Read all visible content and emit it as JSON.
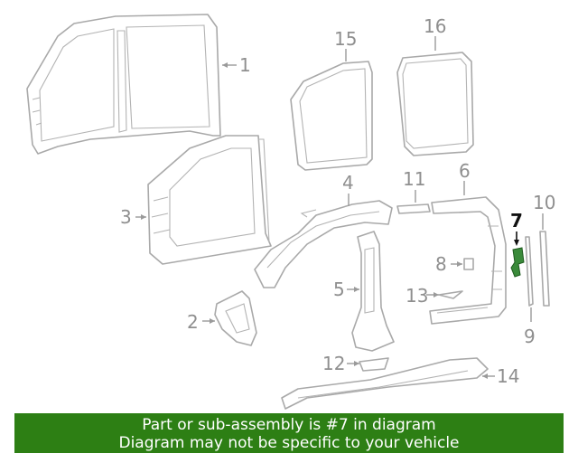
{
  "callouts": {
    "c1": "1",
    "c2": "2",
    "c3": "3",
    "c4": "4",
    "c5": "5",
    "c6": "6",
    "c7": "7",
    "c8": "8",
    "c9": "9",
    "c10": "10",
    "c11": "11",
    "c12": "12",
    "c13": "13",
    "c14": "14",
    "c15": "15",
    "c16": "16"
  },
  "highlighted_part": "7",
  "banner": {
    "line1": "Part or sub-assembly is #7 in diagram",
    "line2": "Diagram may not be specific to your vehicle"
  },
  "colors": {
    "banner_bg": "#2d7f14",
    "highlight": "#3a8a3a",
    "line_art": "#a9a9a9"
  }
}
